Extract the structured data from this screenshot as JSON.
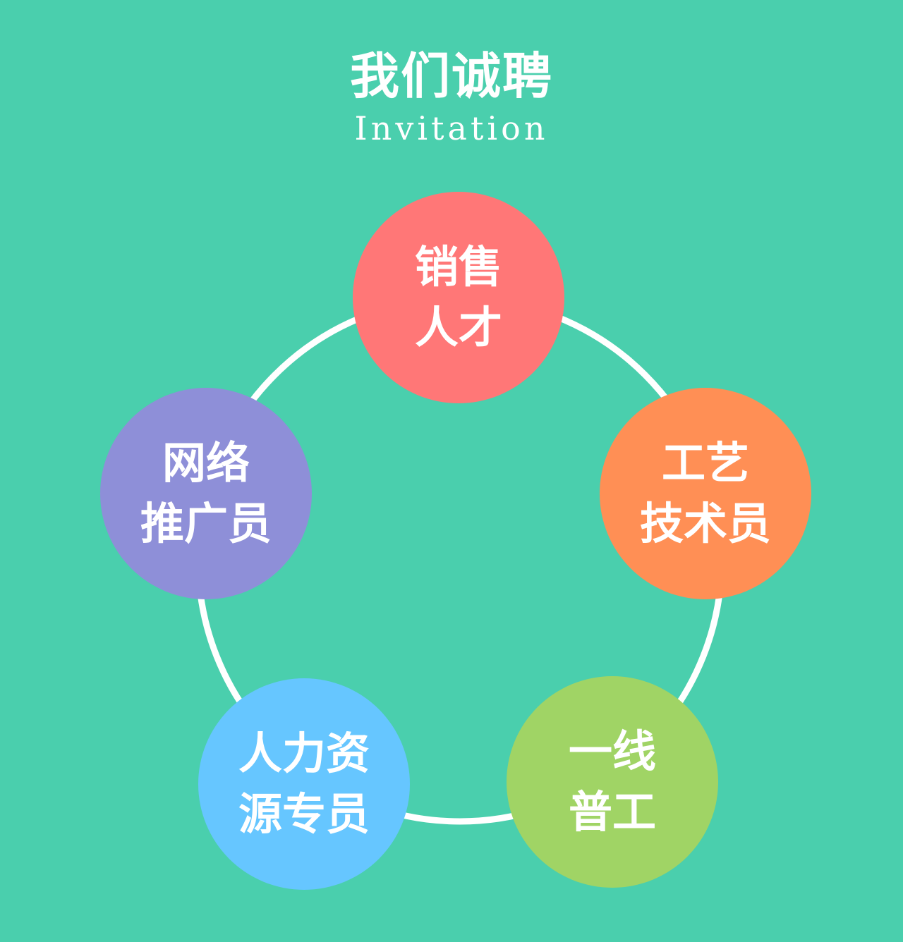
{
  "header": {
    "title": "我们诚聘",
    "subtitle": "Invitation"
  },
  "positions": [
    {
      "id": "sales",
      "lines": [
        "销售",
        "人才"
      ],
      "color": "#FF7777"
    },
    {
      "id": "process-tech",
      "lines": [
        "工艺",
        "技术员"
      ],
      "color": "#FF8F55"
    },
    {
      "id": "frontline-worker",
      "lines": [
        "一线",
        "普工"
      ],
      "color": "#A0D465"
    },
    {
      "id": "hr-specialist",
      "lines": [
        "人力资",
        "源专员"
      ],
      "color": "#66C6FF"
    },
    {
      "id": "online-promoter",
      "lines": [
        "网络",
        "推广员"
      ],
      "color": "#8E8FD8"
    }
  ],
  "colors": {
    "background": "#4ACFAD",
    "ring": "#FFFFFF"
  }
}
